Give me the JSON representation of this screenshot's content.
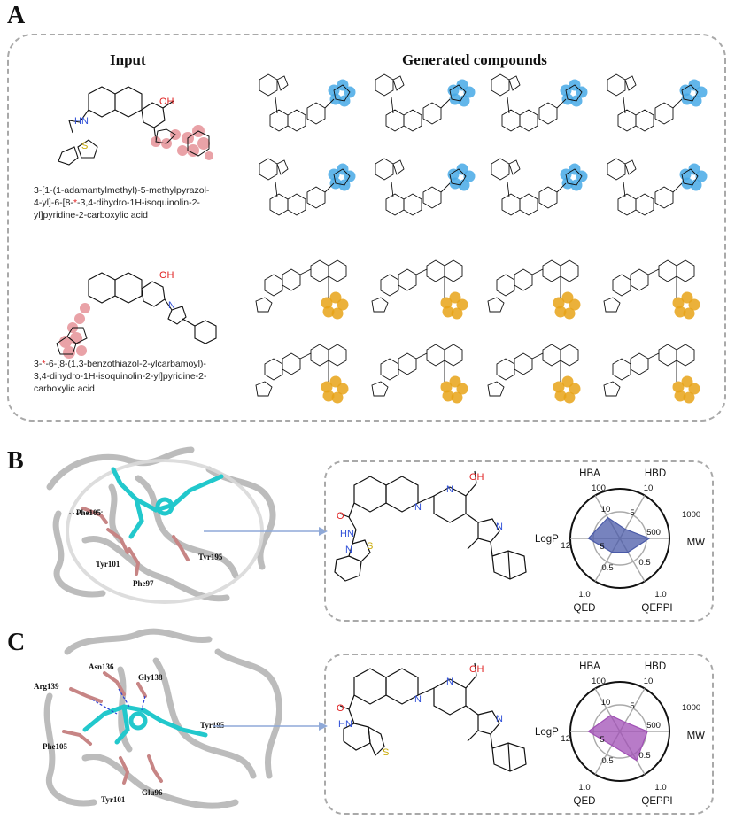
{
  "panels": {
    "a": {
      "letter": "A",
      "input_heading": "Input",
      "generated_heading": "Generated compounds",
      "compound1": {
        "line1": "3-[1-(1-adamantylmethyl)-5-methylpyrazol-",
        "line2a": "4-yl]-6-[8-",
        "star": "*",
        "line2b": "-3,4-dihydro-1H-isoquinolin-2-",
        "line3": "yl]pyridine-2-carboxylic acid"
      },
      "compound2": {
        "line1a": "3-",
        "star": "*",
        "line1b": "-6-[8-(1,3-benzothiazol-2-ylcarbamoyl)-",
        "line2": "3,4-dihydro-1H-isoquinolin-2-yl]pyridine-2-",
        "line3": "carboxylic acid"
      }
    },
    "b": {
      "letter": "B",
      "residues": [
        "Phe105",
        "Tyr101",
        "Phe97",
        "Tyr195"
      ],
      "molecule_atoms": {
        "oh": "OH",
        "o": "O",
        "hn": "HN",
        "n1": "N",
        "n2": "N",
        "n3": "N",
        "n4": "N",
        "s": "S"
      }
    },
    "c": {
      "letter": "C",
      "residues": [
        "Asn136",
        "Arg139",
        "Gly138",
        "Phe105",
        "Tyr195",
        "Tyr101",
        "Glu96"
      ],
      "molecule_atoms": {
        "oh": "OH",
        "o": "O",
        "hn": "HN",
        "n1": "N",
        "n2": "N",
        "n3": "N",
        "s": "S"
      }
    }
  },
  "radar": {
    "axes": {
      "hba": "HBA",
      "hbd": "HBD",
      "mw": "MW",
      "qeppi": "QEPPI",
      "qed": "QED",
      "logp": "LogP"
    },
    "ticks": {
      "hba_outer": "100",
      "hba_inner": "10",
      "hbd_outer": "10",
      "hbd_inner": "5",
      "mw_outer": "1000",
      "mw_inner": "500",
      "qeppi_outer": "1.0",
      "qeppi_inner": "0.5",
      "qed_outer": "1.0",
      "qed_inner": "0.5",
      "logp_outer": "12",
      "logp_inner": "5"
    },
    "profiles": [
      {
        "panel": "B",
        "color": "#4a5aa8",
        "values": {
          "hba": 9,
          "hbd": 2,
          "mw": 560,
          "qeppi": 0.3,
          "qed": 0.3,
          "logp": 6.5
        }
      },
      {
        "panel": "C",
        "color": "#a04fb5",
        "values": {
          "hba": 7,
          "hbd": 2,
          "mw": 520,
          "qeppi": 0.65,
          "qed": 0.3,
          "logp": 6.5
        }
      }
    ]
  },
  "colors": {
    "blue_highlight": "#47a9e6",
    "orange_highlight": "#e8a317",
    "red_highlight": "#e2848a",
    "ligand_cyan": "#22c8cc",
    "residue_pink": "#c78585",
    "arrow": "#8fa9d8"
  }
}
